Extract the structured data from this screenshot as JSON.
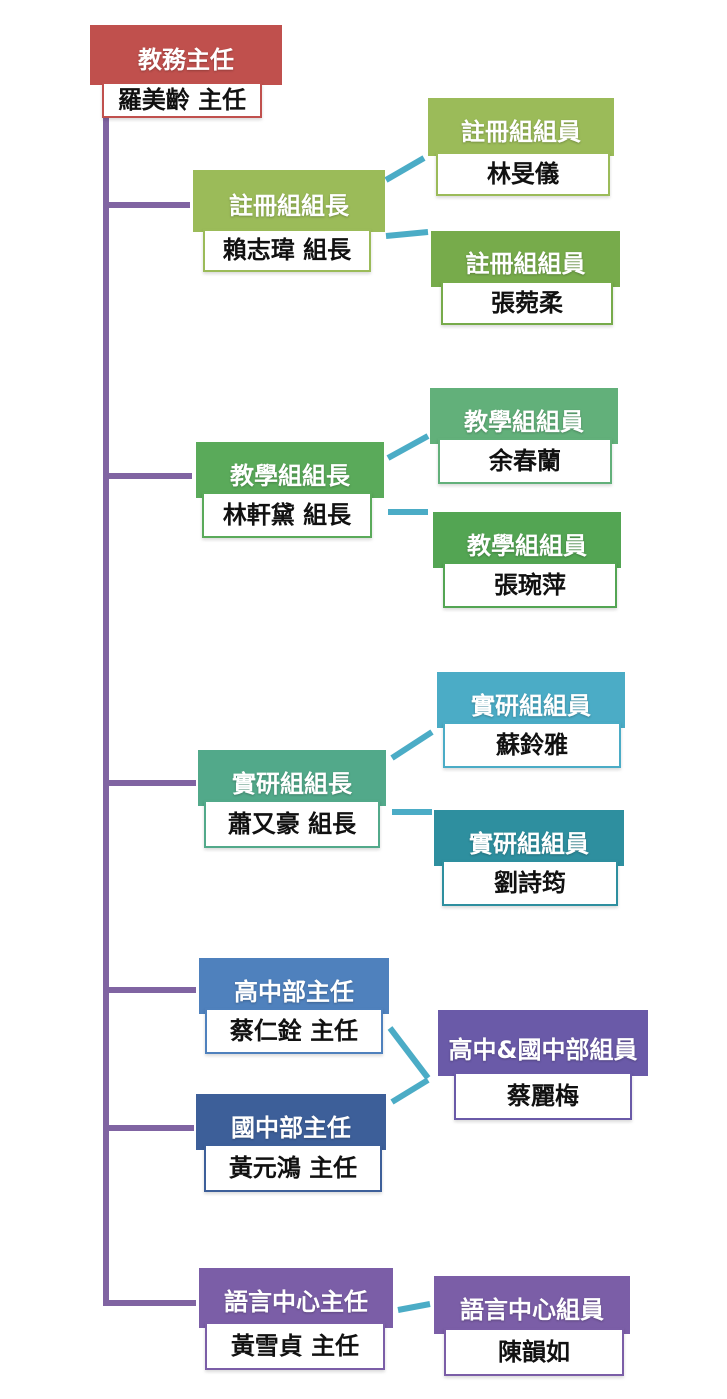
{
  "director": {
    "title": "教務主任",
    "name": "羅美齡  主任",
    "color": "#c0504d"
  },
  "groups": [
    {
      "key": "registration",
      "head_title": "註冊組組長",
      "head_name": "賴志瑋  組長",
      "head_color": "#9bbb59",
      "members": [
        {
          "title": "註冊組組員",
          "name": "林旻儀",
          "color": "#9bbb59"
        },
        {
          "title": "註冊組組員",
          "name": "張菀柔",
          "color": "#77ab4b"
        }
      ]
    },
    {
      "key": "teaching",
      "head_title": "教學組組長",
      "head_name": "林軒黛  組長",
      "head_color": "#5aaa5a",
      "members": [
        {
          "title": "教學組組員",
          "name": "余春蘭",
          "color": "#62b07a"
        },
        {
          "title": "教學組組員",
          "name": "張琬萍",
          "color": "#53a553"
        }
      ]
    },
    {
      "key": "research",
      "head_title": "實研組組長",
      "head_name": "蕭又豪  組長",
      "head_color": "#52a98a",
      "members": [
        {
          "title": "實研組組員",
          "name": "蘇鈴雅",
          "color": "#4bacc6"
        },
        {
          "title": "實研組組員",
          "name": "劉詩筠",
          "color": "#2e8f9f"
        }
      ]
    }
  ],
  "division_heads": [
    {
      "title": "高中部主任",
      "name": "蔡仁銓  主任",
      "color": "#4f81bd"
    },
    {
      "title": "國中部主任",
      "name": "黃元鴻  主任",
      "color": "#3d5f99"
    }
  ],
  "division_staff": {
    "title": "高中&國中部組員",
    "name": "蔡麗梅",
    "color": "#6a5aa8"
  },
  "language": {
    "head_title": "語言中心主任",
    "head_name": "黃雪貞  主任",
    "head_color": "#7b5ea7",
    "staff_title": "語言中心組員",
    "staff_name": "陳韻如",
    "staff_color": "#7b5ea7"
  },
  "colors": {
    "trunk": "#8064a2",
    "connector": "#4bacc6"
  }
}
